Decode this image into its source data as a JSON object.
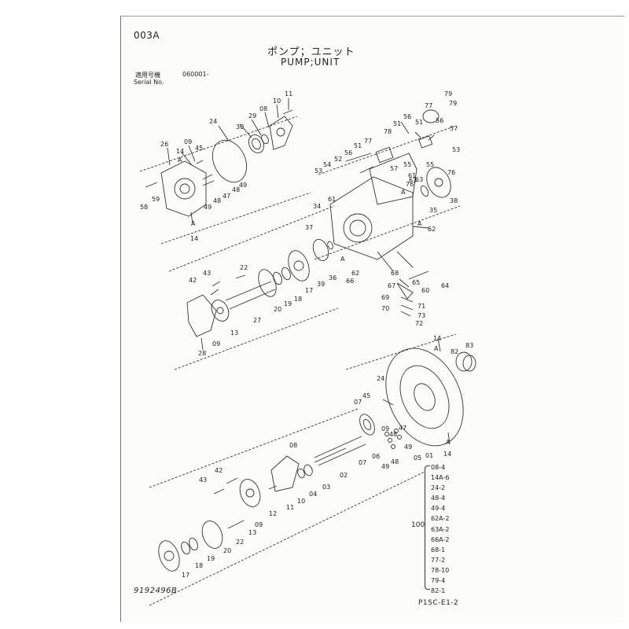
{
  "page_code": "003A",
  "title_jp": "ポンプ；ユニット",
  "title_en": "PUMP;UNIT",
  "serial_label_jp": "適用号機",
  "serial_label_en": "Serial No.",
  "serial_value": "060001-",
  "drawing_number": "9192496B",
  "sheet_code": "P1SC-E1-2",
  "kit": {
    "label": "100",
    "items": [
      "08-4",
      "14A-6",
      "24-2",
      "48-4",
      "49-4",
      "62A-2",
      "63A-2",
      "66A-2",
      "68-1",
      "77-2",
      "78-10",
      "79-4",
      "82-1"
    ]
  },
  "callouts": {
    "c01": "11",
    "c02": "10",
    "c03": "08",
    "c04": "29",
    "c05": "30",
    "c06": "24",
    "c07": "09",
    "c08": "26",
    "c09": "14",
    "c10": "45",
    "c11": "A",
    "c12": "58",
    "c13": "59",
    "c14": "49",
    "c15": "48",
    "c16": "47",
    "c17": "48",
    "c18": "49",
    "c19": "14",
    "c20": "A",
    "c21": "79",
    "c22": "77",
    "c23": "56",
    "c24": "51",
    "c25": "78",
    "c26": "79",
    "c27": "77",
    "c28": "51",
    "c29": "56",
    "c30": "52",
    "c31": "54",
    "c32": "53",
    "c33": "55",
    "c34": "61",
    "c35": "57",
    "c36": "63",
    "c37": "A",
    "c38": "76",
    "c39": "61",
    "c40": "34",
    "c41": "35",
    "c42": "A",
    "c43": "62",
    "c44": "38",
    "c45": "76",
    "c46": "63",
    "c47": "51",
    "c48": "56",
    "c49": "53",
    "c50": "55",
    "c51": "57",
    "c52": "37",
    "c53": "22",
    "c54": "43",
    "c55": "42",
    "c56": "27",
    "c57": "09",
    "c58": "13",
    "c59": "28",
    "c60": "20",
    "c61": "19",
    "c62": "18",
    "c63": "17",
    "c64": "39",
    "c65": "36",
    "c66": "A",
    "c67": "62",
    "c68": "66",
    "c69": "68",
    "c70": "67",
    "c71": "65",
    "c72": "60",
    "c73": "64",
    "c74": "69",
    "c75": "70",
    "c76": "71",
    "c77": "73",
    "c78": "72",
    "c79": "14",
    "c80": "A",
    "c81": "82",
    "c82": "83",
    "c83": "24",
    "c84": "45",
    "c85": "07",
    "c86": "09",
    "c87": "48",
    "c88": "47",
    "c89": "49",
    "c90": "06",
    "c91": "07",
    "c92": "48",
    "c93": "49",
    "c94": "05",
    "c95": "01",
    "c96": "A",
    "c97": "14",
    "c98": "08",
    "c99": "03",
    "c100": "02",
    "c101": "04",
    "c102": "10",
    "c103": "11",
    "c104": "12",
    "c105": "42",
    "c106": "43",
    "c107": "09",
    "c108": "13",
    "c109": "22",
    "c110": "20",
    "c111": "19",
    "c112": "18",
    "c113": "17"
  }
}
